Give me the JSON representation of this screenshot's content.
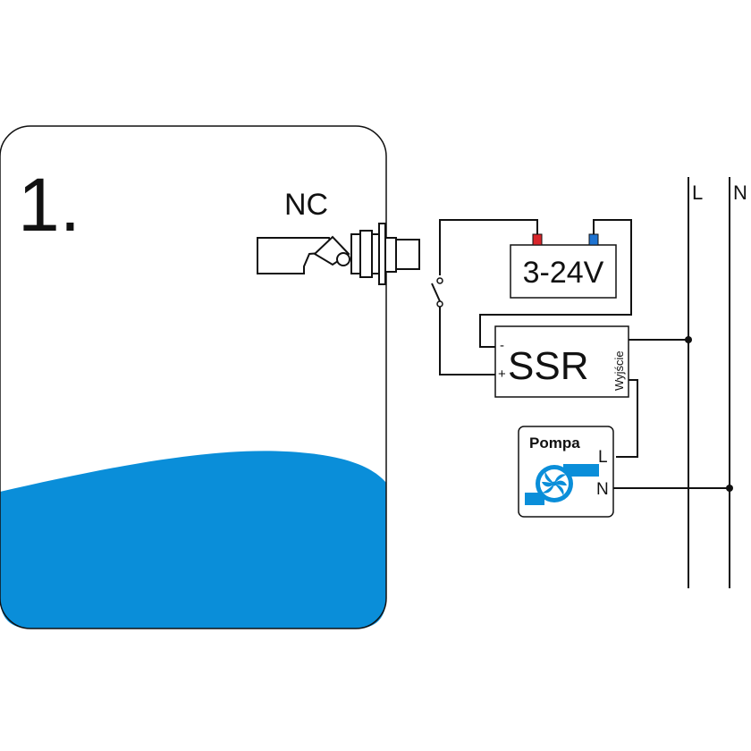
{
  "diagram": {
    "step_number": "1.",
    "float_switch": {
      "mode_label": "NC"
    },
    "power_supply": {
      "label": "3-24V"
    },
    "relay": {
      "label": "SSR",
      "output_label": "Wyjście",
      "minus_label": "-",
      "plus_label": "+"
    },
    "pump": {
      "label": "Pompa",
      "l_terminal": "L",
      "n_terminal": "N"
    },
    "mains": {
      "l_label": "L",
      "n_label": "N"
    }
  },
  "colors": {
    "water": "#0a8ed9",
    "pump_blue": "#0a8ed9",
    "positive_terminal": "#d9262b",
    "negative_terminal": "#1e73d1",
    "outline": "#111111"
  },
  "icons": {
    "pump": "pump-fan-icon",
    "switch": "switch-contact-icon"
  }
}
